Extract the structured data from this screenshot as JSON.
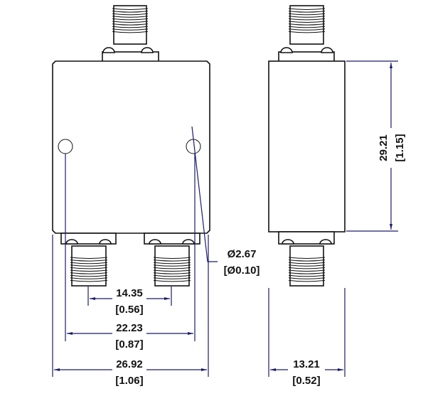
{
  "dimensions": {
    "connector_spacing": {
      "mm": "14.35",
      "in": "[0.56]"
    },
    "hole_spacing": {
      "mm": "22.23",
      "in": "[0.87]"
    },
    "body_width": {
      "mm": "26.92",
      "in": "[1.06]"
    },
    "hole_diameter": {
      "mm": "Ø2.67",
      "in": "[Ø0.10]"
    },
    "body_height": {
      "mm": "29.21",
      "in": "[1.15]"
    },
    "body_depth": {
      "mm": "13.21",
      "in": "[0.52]"
    }
  },
  "colors": {
    "dimension_line": "#1b1b6b",
    "outline": "#111111"
  }
}
